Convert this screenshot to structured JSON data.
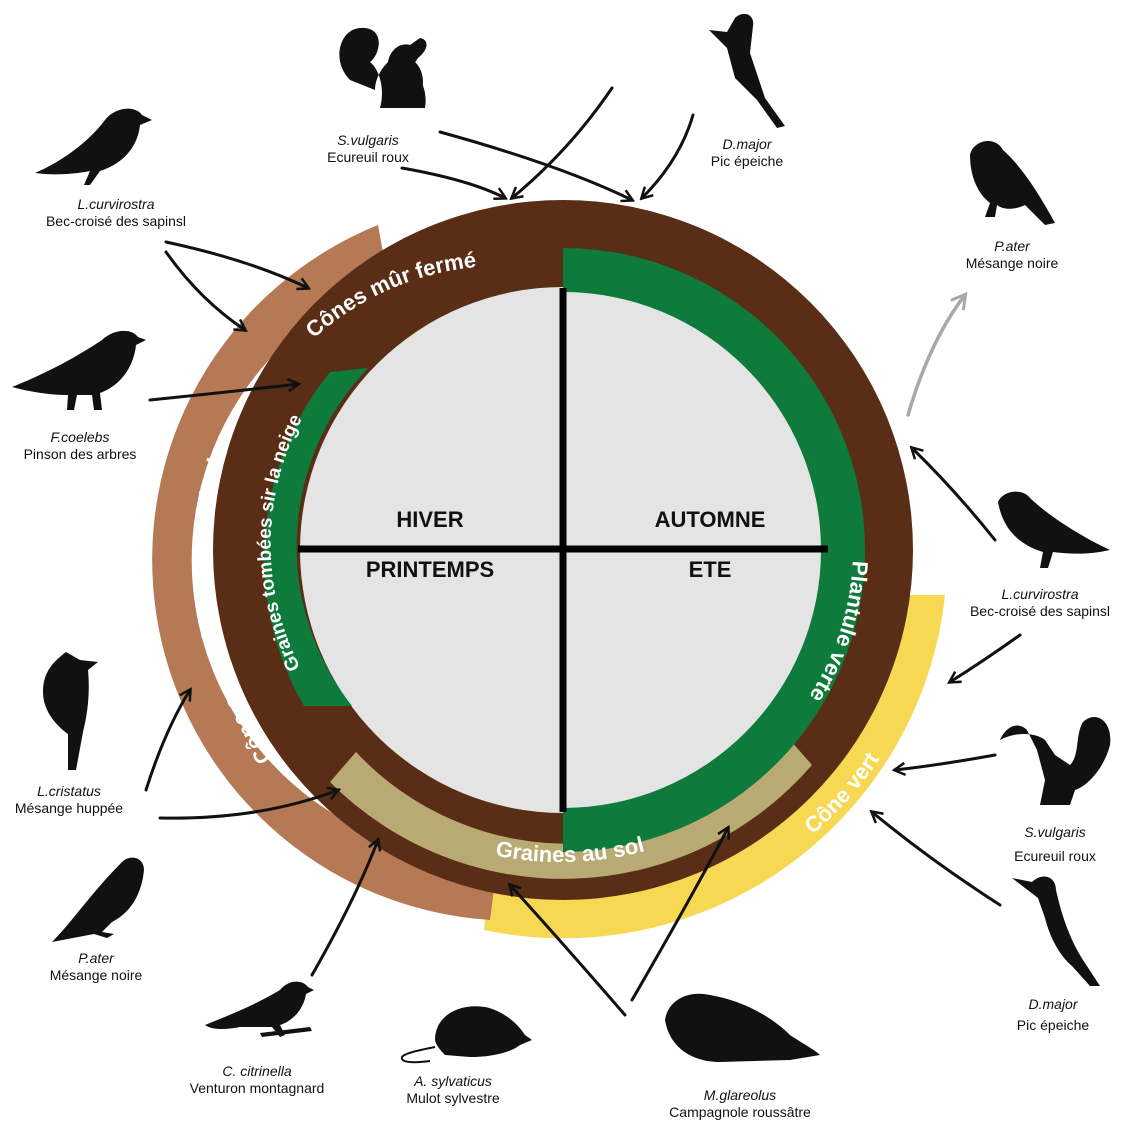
{
  "colors": {
    "ring_dark": "#5a2e16",
    "ring_light": "#b57a55",
    "green": "#0e7a3b",
    "khaki": "#b9aa74",
    "yellow": "#f7d852",
    "center": "#e4e4e4",
    "arrow": "#111111",
    "arrow_grey": "#a8a8a8"
  },
  "seasons": {
    "winter": "HIVER",
    "autumn": "AUTOMNE",
    "spring": "PRINTEMPS",
    "summer": "ETE"
  },
  "rings": {
    "closed_cones": "Cônes mûr fermé",
    "partly_open": "Cône en partie ouvert sur l'arbre",
    "seeds_on_snow": "Graines tombées sir la neige",
    "seedling": "Plantule verte",
    "seeds_on_ground": "Graines au sol",
    "green_cone": "Cône vert"
  },
  "species": [
    {
      "id": "sp-squirrel-top",
      "icon": "squirrel-icon",
      "sci": "S.vulgaris",
      "common": "Ecureuil roux"
    },
    {
      "id": "sp-woodpecker-top",
      "icon": "woodpecker-icon",
      "sci": "D.major",
      "common": "Pic épeiche"
    },
    {
      "id": "sp-crossbill-left",
      "icon": "crossbill-icon",
      "sci": "L.curvirostra",
      "common": "Bec-croisé des sapinsl"
    },
    {
      "id": "sp-coal-tit-right",
      "icon": "coal-tit-icon",
      "sci": "P.ater",
      "common": "Mésange noire"
    },
    {
      "id": "sp-chaffinch",
      "icon": "chaffinch-icon",
      "sci": "F.coelebs",
      "common": "Pinson des arbres"
    },
    {
      "id": "sp-crossbill-right",
      "icon": "crossbill-icon",
      "sci": "L.curvirostra",
      "common": "Bec-croisé des sapinsl"
    },
    {
      "id": "sp-crested-tit",
      "icon": "crested-tit-icon",
      "sci": "L.cristatus",
      "common": "Mésange huppée"
    },
    {
      "id": "sp-squirrel-right",
      "icon": "squirrel-icon",
      "sci": "S.vulgaris",
      "common": "Ecureuil roux"
    },
    {
      "id": "sp-coal-tit-left",
      "icon": "coal-tit-icon",
      "sci": "P.ater",
      "common": "Mésange noire"
    },
    {
      "id": "sp-woodpecker-right",
      "icon": "woodpecker-icon",
      "sci": "D.major",
      "common": "Pic épeiche"
    },
    {
      "id": "sp-citril-finch",
      "icon": "finch-icon",
      "sci": "C. citrinella",
      "common": "Venturon montagnard"
    },
    {
      "id": "sp-wood-mouse",
      "icon": "mouse-icon",
      "sci": "A. sylvaticus",
      "common": "Mulot sylvestre"
    },
    {
      "id": "sp-bank-vole",
      "icon": "vole-icon",
      "sci": "M.glareolus",
      "common": "Campagnole roussâtre"
    }
  ]
}
